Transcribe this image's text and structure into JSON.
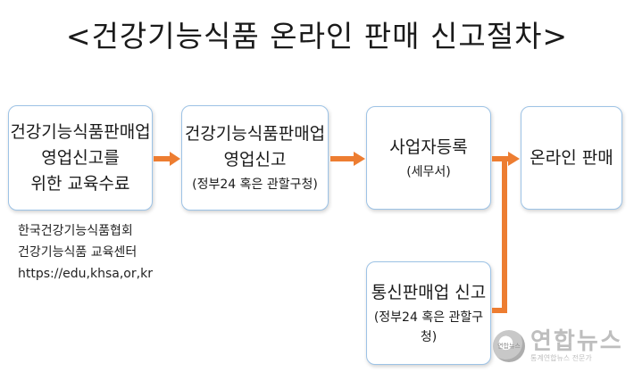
{
  "title": "<건강기능식품 온라인 판매 신고절차>",
  "steps": [
    {
      "lines": [
        "건강기능식품판매업",
        "영업신고를",
        "위한 교육수료"
      ]
    },
    {
      "lines": [
        "건강기능식품판매업",
        "영업신고"
      ],
      "sub": "(정부24 혹은 관할구청)"
    },
    {
      "lines": [
        "사업자등록"
      ],
      "sub": "(세무서)"
    },
    {
      "lines": [
        "온라인 판매"
      ]
    },
    {
      "lines": [
        "통신판매업 신고"
      ],
      "sub": "(정부24 혹은 관할구청)"
    }
  ],
  "note": [
    "한국건강기능식품협회",
    "건강기능식품 교육센터",
    "https://edu,khsa,or,kr"
  ],
  "watermark": {
    "logo_text": "연합뉴스",
    "main": "연합뉴스",
    "small": "통계연합뉴스 전문가"
  },
  "colors": {
    "arrow": "#ed7d31",
    "box_border": "#9dc3e6"
  }
}
